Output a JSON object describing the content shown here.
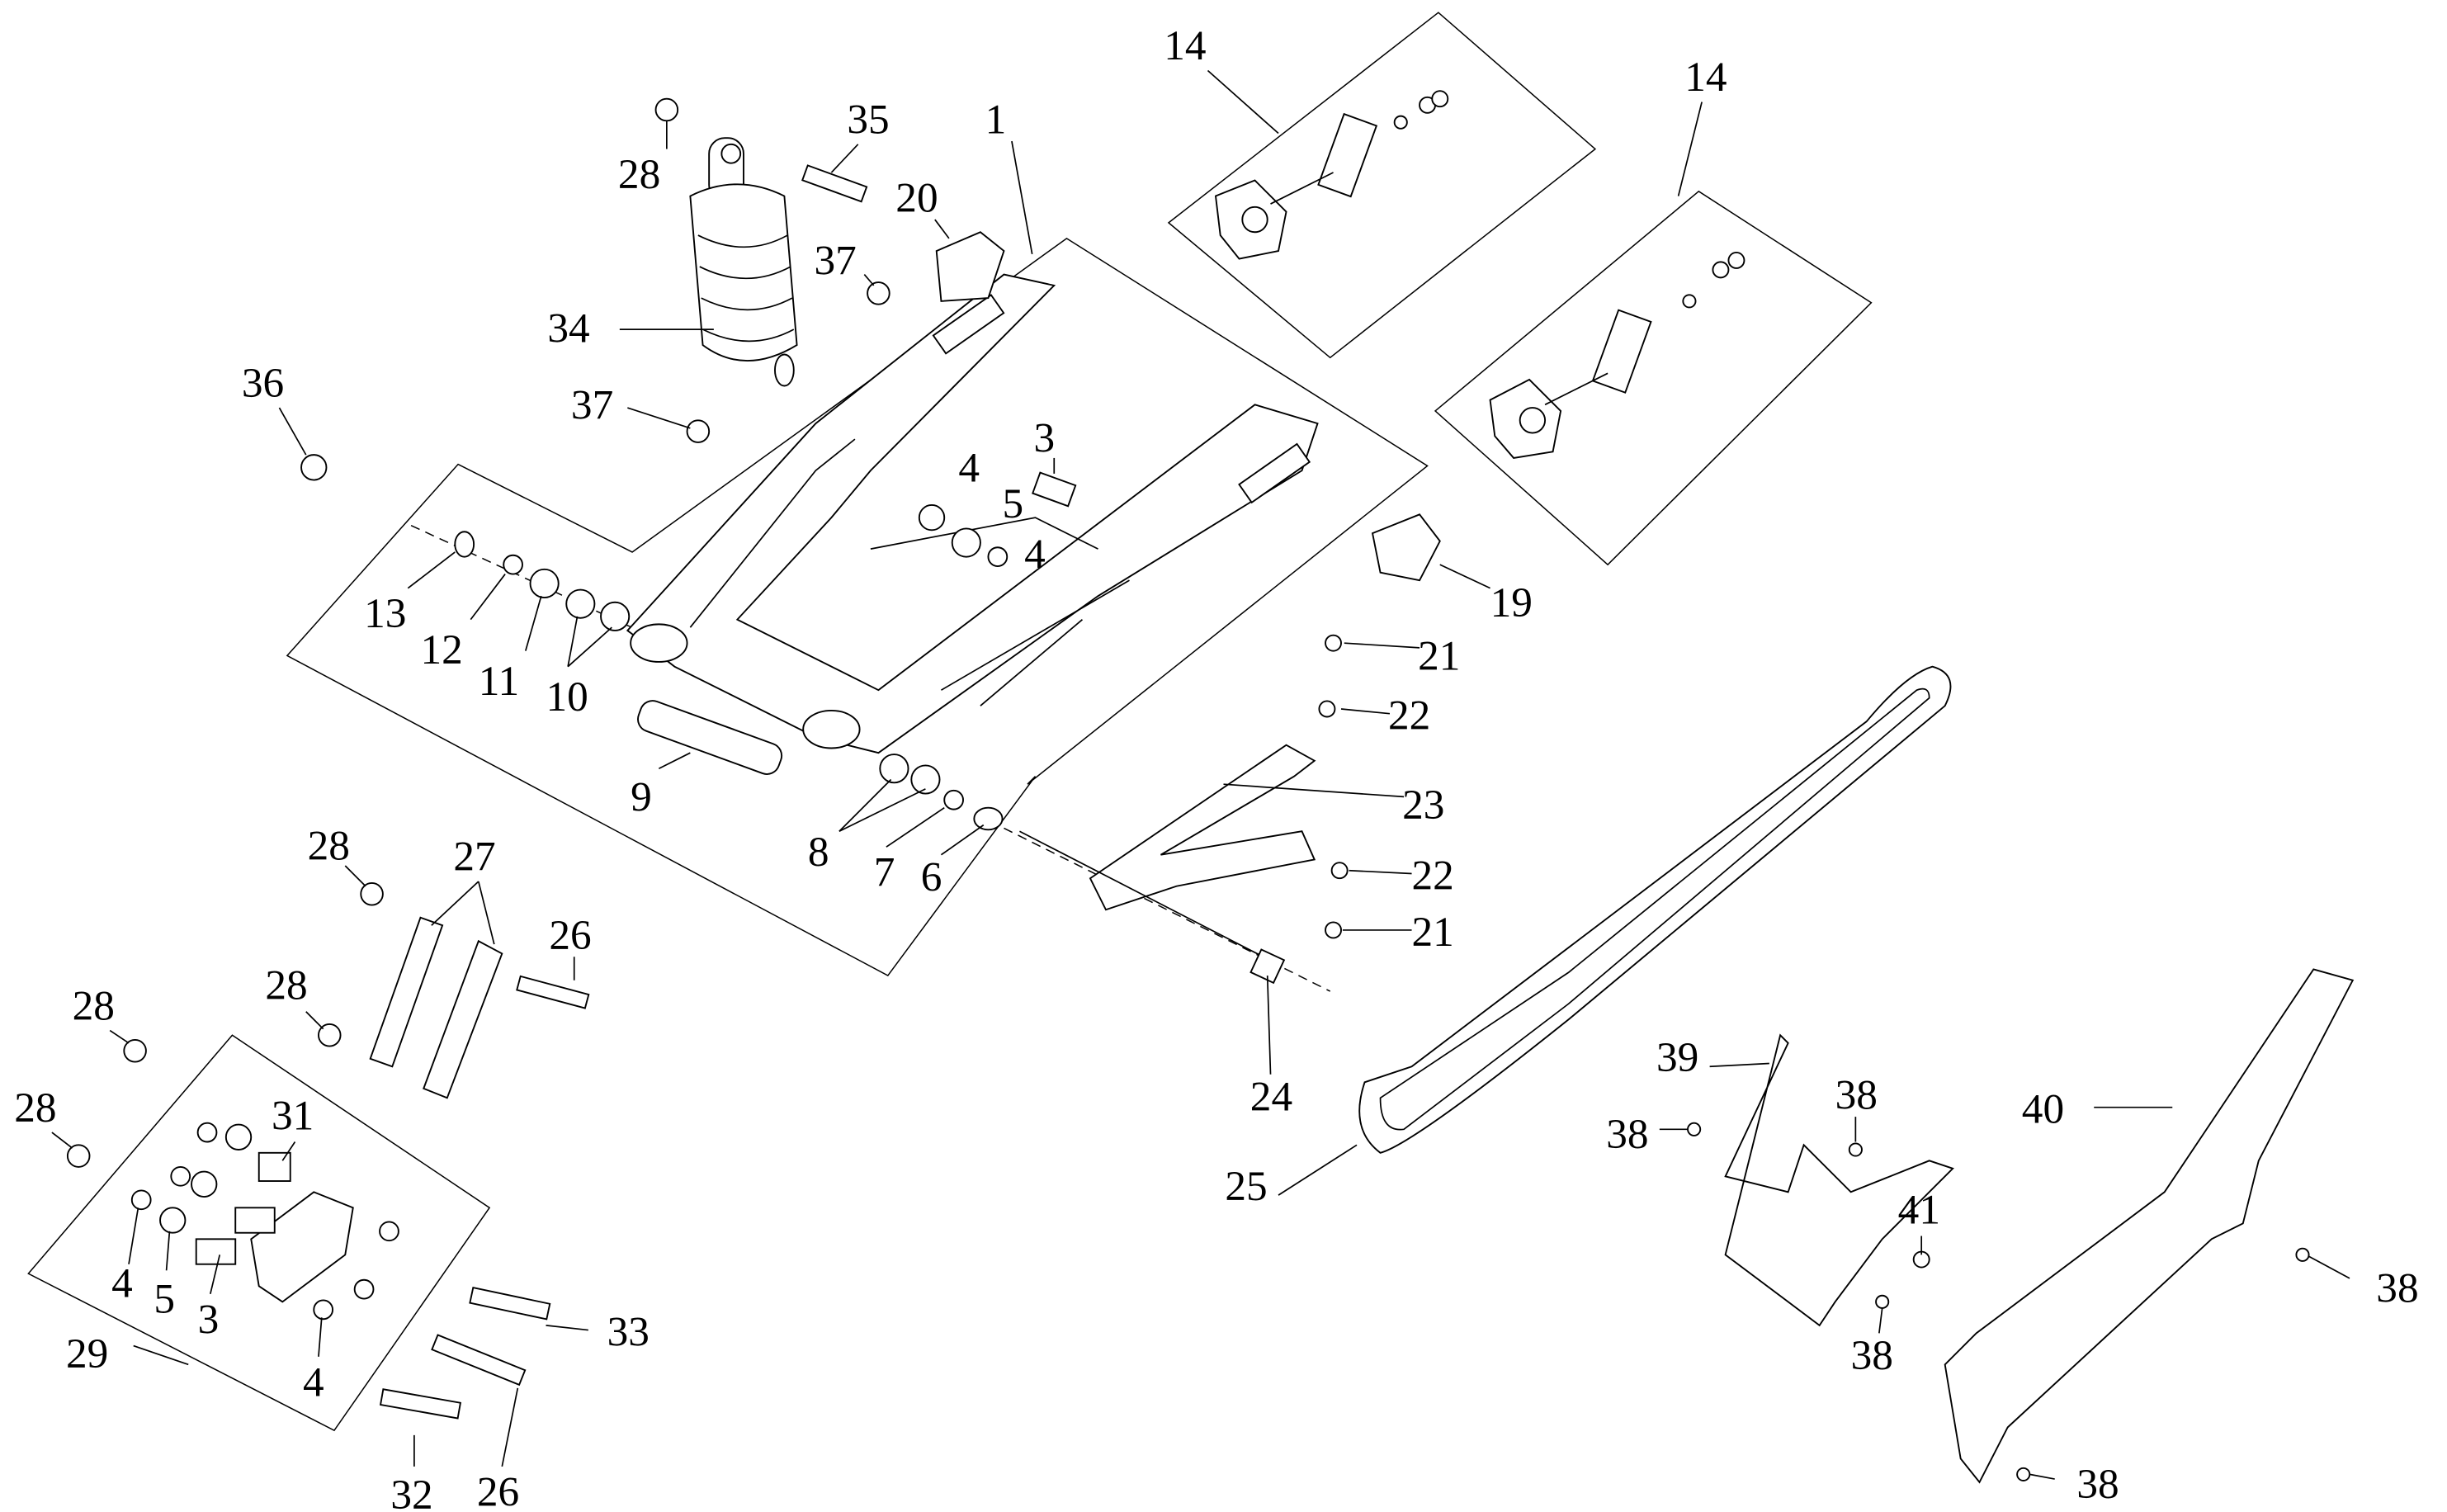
{
  "diagram": {
    "type": "exploded-parts-diagram",
    "line_color": "#000000",
    "background": "#ffffff",
    "callouts": [
      "1",
      "14",
      "14",
      "35",
      "28",
      "20",
      "37",
      "34",
      "36",
      "37",
      "3",
      "4",
      "5",
      "4",
      "13",
      "12",
      "11",
      "10",
      "9",
      "19",
      "21",
      "22",
      "23",
      "8",
      "7",
      "6",
      "22",
      "21",
      "28",
      "27",
      "26",
      "28",
      "28",
      "28",
      "24",
      "25",
      "39",
      "38",
      "38",
      "40",
      "31",
      "41",
      "4",
      "5",
      "3",
      "38",
      "38",
      "33",
      "29",
      "4",
      "26",
      "32",
      "38"
    ]
  }
}
